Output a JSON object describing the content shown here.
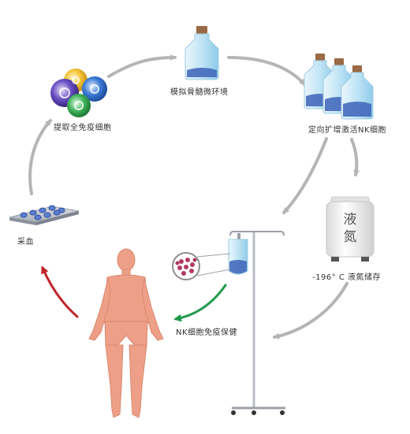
{
  "labels": {
    "extract_cells": "提取全免疫细胞",
    "simulate_marrow": "模拟骨髓微环境",
    "expand_activate": "定向扩增激活NK细胞",
    "blood_draw": "采血",
    "nitrogen_storage": "-196° C 液氮储存",
    "nk_health": "NK细胞免疫保健"
  },
  "tank_text": {
    "line1": "液",
    "line2": "氮"
  },
  "colors": {
    "cycle_arrow": "#b5b5b5",
    "return_arrow": "#c0262b",
    "infuse_arrow": "#1f9a4a",
    "body": "#ee9f87",
    "flask": "#bfe3f4",
    "flask_cap": "#9a6a44",
    "cell_blue": "#3d63b8"
  }
}
